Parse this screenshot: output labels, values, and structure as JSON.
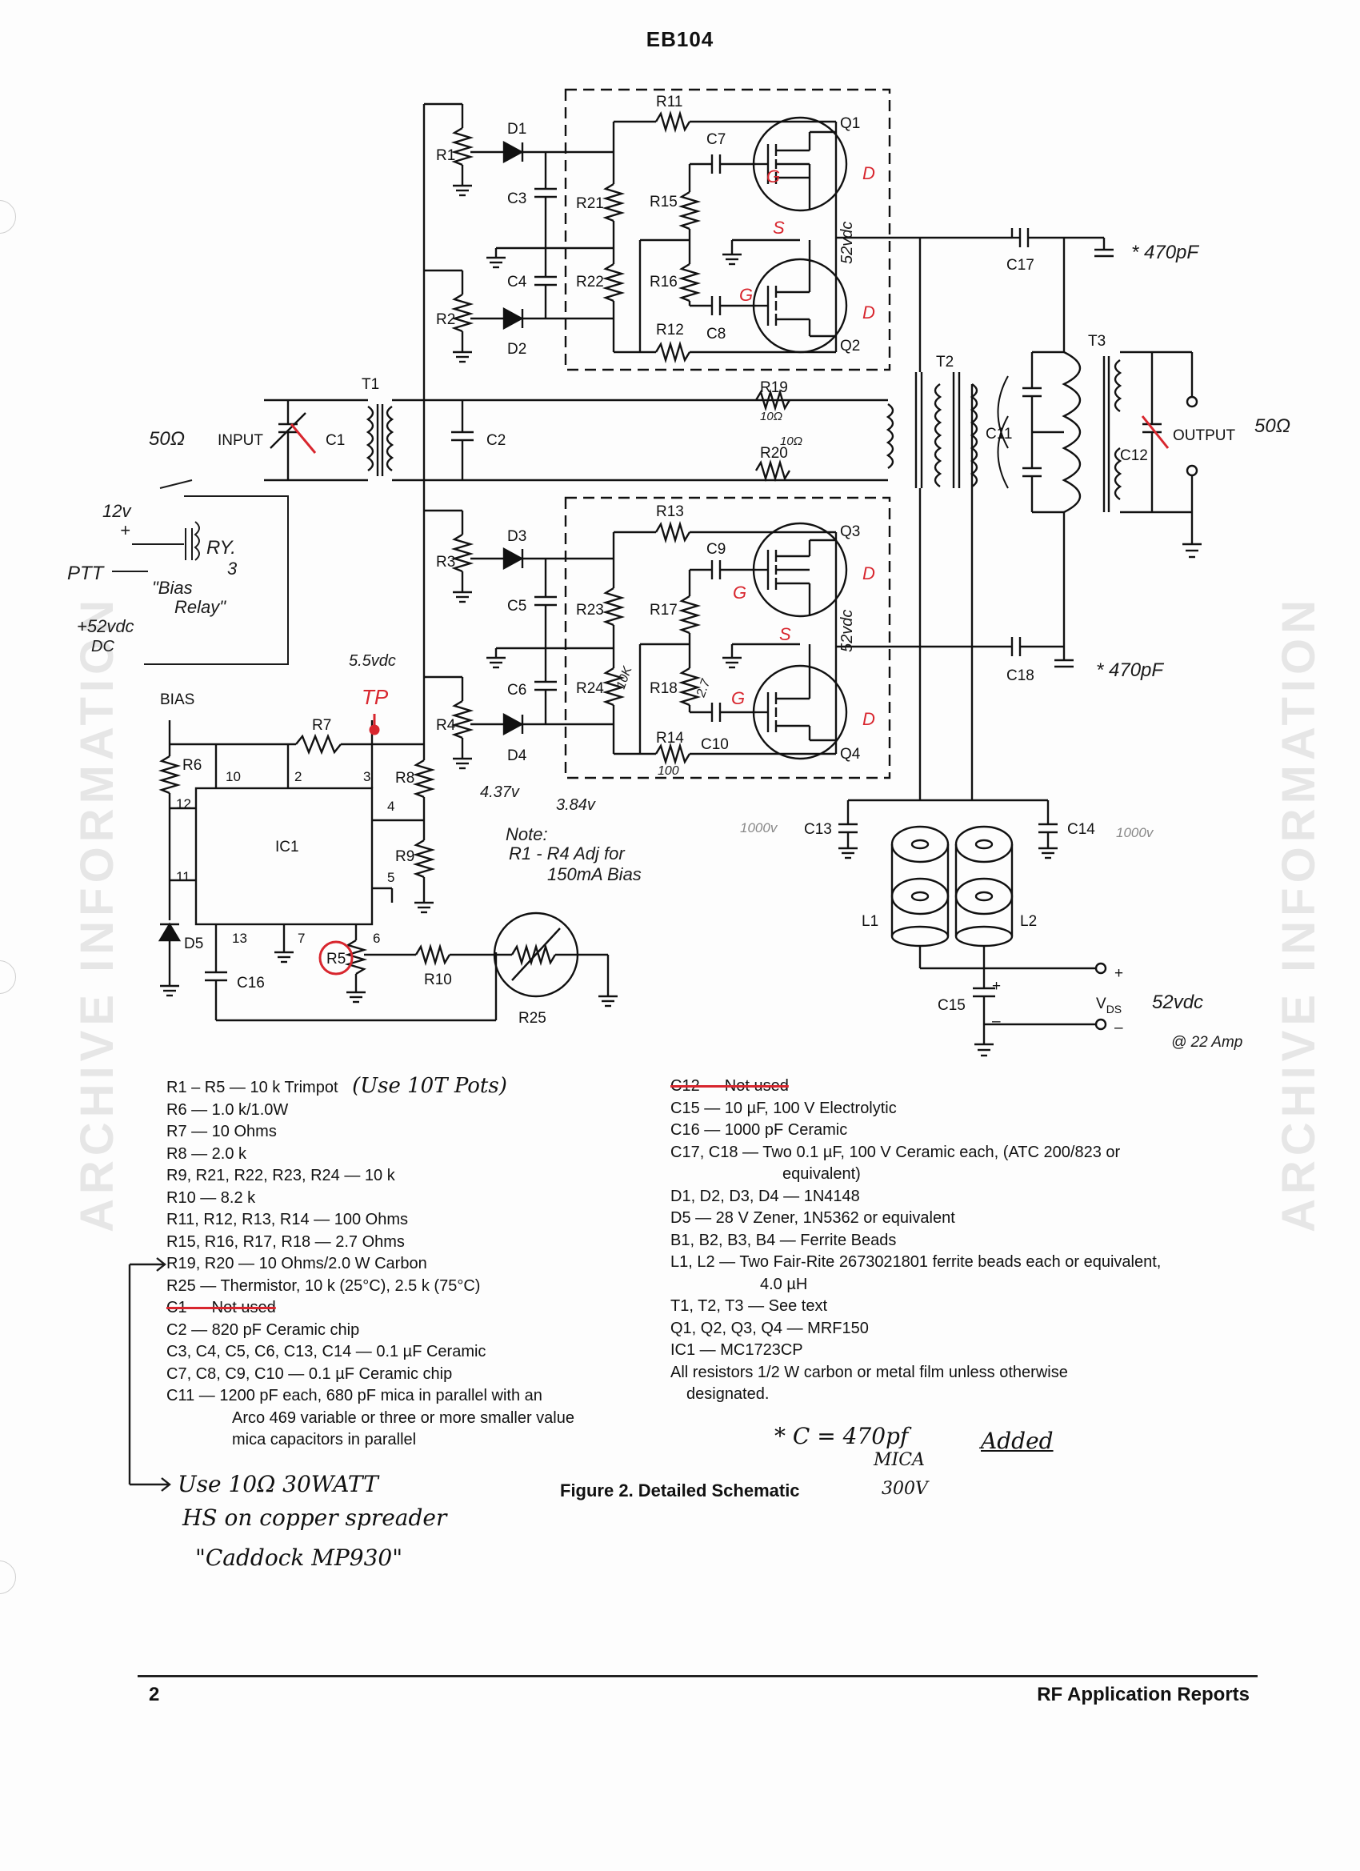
{
  "header": {
    "title": "EB104"
  },
  "watermark": {
    "text": "ARCHIVE INFORMATION"
  },
  "schematic": {
    "labels": {
      "R1": "R1",
      "R2": "R2",
      "R3": "R3",
      "R4": "R4",
      "R5": "R5",
      "R6": "R6",
      "R7": "R7",
      "R8": "R8",
      "R9": "R9",
      "R10": "R10",
      "R11": "R11",
      "R12": "R12",
      "R13": "R13",
      "R14": "R14",
      "R15": "R15",
      "R16": "R16",
      "R17": "R17",
      "R18": "R18",
      "R19": "R19",
      "R20": "R20",
      "R21": "R21",
      "R22": "R22",
      "R23": "R23",
      "R24": "R24",
      "R25": "R25",
      "C1": "C1",
      "C2": "C2",
      "C3": "C3",
      "C4": "C4",
      "C5": "C5",
      "C6": "C6",
      "C7": "C7",
      "C8": "C8",
      "C9": "C9",
      "C10": "C10",
      "C11": "C11",
      "C12": "C12",
      "C13": "C13",
      "C14": "C14",
      "C15": "C15",
      "C16": "C16",
      "C17": "C17",
      "C18": "C18",
      "D1": "D1",
      "D2": "D2",
      "D3": "D3",
      "D4": "D4",
      "D5": "D5",
      "Q1": "Q1",
      "Q2": "Q2",
      "Q3": "Q3",
      "Q4": "Q4",
      "T1": "T1",
      "T2": "T2",
      "T3": "T3",
      "L1": "L1",
      "L2": "L2",
      "IC1": "IC1",
      "input": "INPUT",
      "output": "OUTPUT",
      "bias": "BIAS",
      "vds": "V",
      "vds_sub": "DS",
      "plus": "+",
      "minus": "–"
    },
    "ic_pins": {
      "p10": "10",
      "p2": "2",
      "p3": "3",
      "p4": "4",
      "p5": "5",
      "p6": "6",
      "p7": "7",
      "p11": "11",
      "p12": "12",
      "p13": "13"
    },
    "hand_notes": {
      "cap_note_top": "* 470pF",
      "cap_note_bottom": "* 470pF",
      "input_imp": "50Ω",
      "output_imp": "50Ω",
      "vdc_top": "52vdc",
      "vdc_bottom": "52vdc",
      "gate": "G",
      "source": "S",
      "drain": "D",
      "tp": "TP",
      "v_55": "5.5vdc",
      "v_437": "4.37v",
      "v_384": "3.84v",
      "note1": "Note:",
      "note2": "R1 - R4 Adj for",
      "note3": "150mA Bias",
      "c13_val": "1000v",
      "c14_val": "1000v",
      "r24_val": "10K",
      "r18_val": "2.7",
      "r14_val": "100",
      "r19_val": "10Ω",
      "r20_val": "10Ω",
      "vds_val": "52vdc",
      "amp": "@ 22 Amp",
      "relay_12v": "12v",
      "relay_plus": "+",
      "relay_ptt": "PTT",
      "relay_ry": "RY.",
      "relay_3": "3",
      "relay_bias": "\"Bias",
      "relay_relay": "Relay\"",
      "relay_52v": "+52vdc",
      "relay_dc": "DC"
    }
  },
  "parts_left": [
    "R1 – R5 — 10 k Trimpot",
    "R6 — 1.0 k/1.0W",
    "R7 — 10 Ohms",
    "R8 — 2.0 k",
    "R9, R21, R22, R23, R24 — 10 k",
    "R10 — 8.2 k",
    "R11, R12, R13, R14 — 100 Ohms",
    "R15, R16, R17, R18 — 2.7 Ohms",
    "R19, R20 — 10 Ohms/2.0 W Carbon",
    "R25 — Thermistor, 10 k (25°C), 2.5 k (75°C)",
    "C1 — Not used",
    "C2 — 820 pF Ceramic chip",
    "C3, C4, C5, C6, C13, C14 — 0.1 µF Ceramic",
    "C7, C8, C9, C10 — 0.1 µF Ceramic chip",
    "C11 — 1200 pF each, 680 pF mica in parallel with an",
    "Arco 469 variable or three or more smaller value",
    "mica capacitors in parallel"
  ],
  "parts_right": [
    "C12 — Not used",
    "C15 — 10 µF, 100 V Electrolytic",
    "C16 — 1000 pF Ceramic",
    "C17, C18 — Two 0.1 µF, 100 V Ceramic each, (ATC 200/823 or",
    "equivalent)",
    "D1, D2, D3, D4 — 1N4148",
    "D5 — 28 V Zener, 1N5362 or equivalent",
    "B1, B2, B3, B4 — Ferrite Beads",
    "L1, L2 — Two Fair-Rite 2673021801 ferrite beads each or equivalent,",
    "4.0 µH",
    "T1, T2, T3 — See text",
    "Q1, Q2, Q3, Q4 — MRF150",
    "IC1 — MC1723CP",
    "All resistors 1/2 W carbon or metal film unless otherwise",
    "designated."
  ],
  "hand_annotations": {
    "trimpot": "(Use 10T Pots)",
    "cap_added_1": "* C = 470pf",
    "cap_added_2": "MICA",
    "cap_added_3": "300V",
    "added": "Added",
    "resistor_note_1": "Use 10Ω 30WATT",
    "resistor_note_2": "HS on copper spreader",
    "resistor_note_3": "\"Caddock MP930\""
  },
  "caption": "Figure 2. Detailed Schematic",
  "footer": {
    "page": "2",
    "title": "RF Application Reports"
  }
}
